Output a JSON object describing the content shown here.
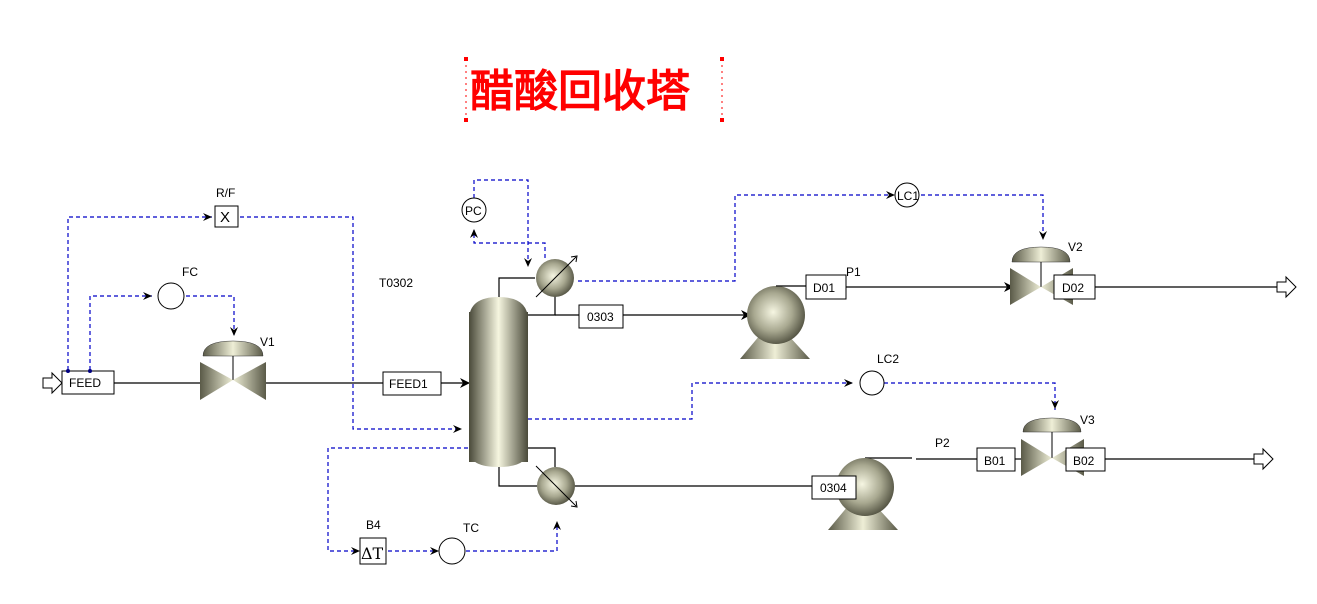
{
  "title": "醋酸回收塔",
  "colors": {
    "title": "#ff0000",
    "control_line": "#0000c8",
    "material_line": "#000000",
    "equipment_light": "#f4f4dc",
    "equipment_dark": "#5a5a48"
  },
  "blocks": {
    "column": "T0302",
    "valve1": "V1",
    "valve2": "V2",
    "valve3": "V3",
    "pump1": "P1",
    "pump2": "P2",
    "multiplier": "R/F",
    "multiplier_symbol": "X",
    "delta_t_block": "B4",
    "delta_t_symbol": "ΔT"
  },
  "controllers": {
    "fc": "FC",
    "pc": "PC",
    "lc1": "LC1",
    "lc2": "LC2",
    "tc": "TC"
  },
  "streams": {
    "feed": "FEED",
    "feed1": "FEED1",
    "s0303": "0303",
    "s0304": "0304",
    "d01": "D01",
    "d02": "D02",
    "b01": "B01",
    "b02": "B02"
  }
}
